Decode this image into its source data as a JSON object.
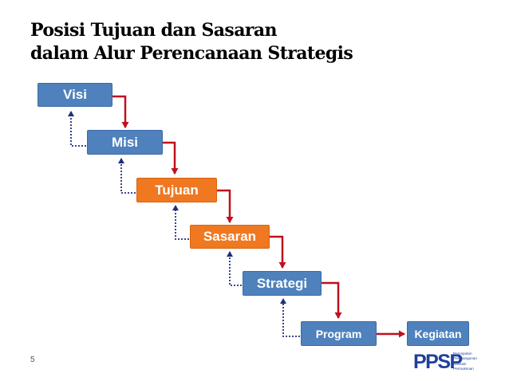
{
  "title": {
    "line1": "Posisi Tujuan dan Sasaran",
    "line2": "dalam Alur Perencanaan Strategis"
  },
  "steps": {
    "visi": "Visi",
    "misi": "Misi",
    "tujuan": "Tujuan",
    "sasaran": "Sasaran",
    "strategi": "Strategi",
    "program": "Program",
    "kegiatan": "Kegiatan"
  },
  "colors": {
    "step_blue": "#4f81bd",
    "step_orange": "#f07820",
    "arrow_forward": "#c0101c",
    "arrow_feedback": "#1f2f7a"
  },
  "page_number": "5",
  "logo": {
    "mark": "PPSP",
    "line1": "Percepatan",
    "line2": "Pembangunan",
    "line3": "Sanitasi",
    "line4": "Permukiman"
  }
}
